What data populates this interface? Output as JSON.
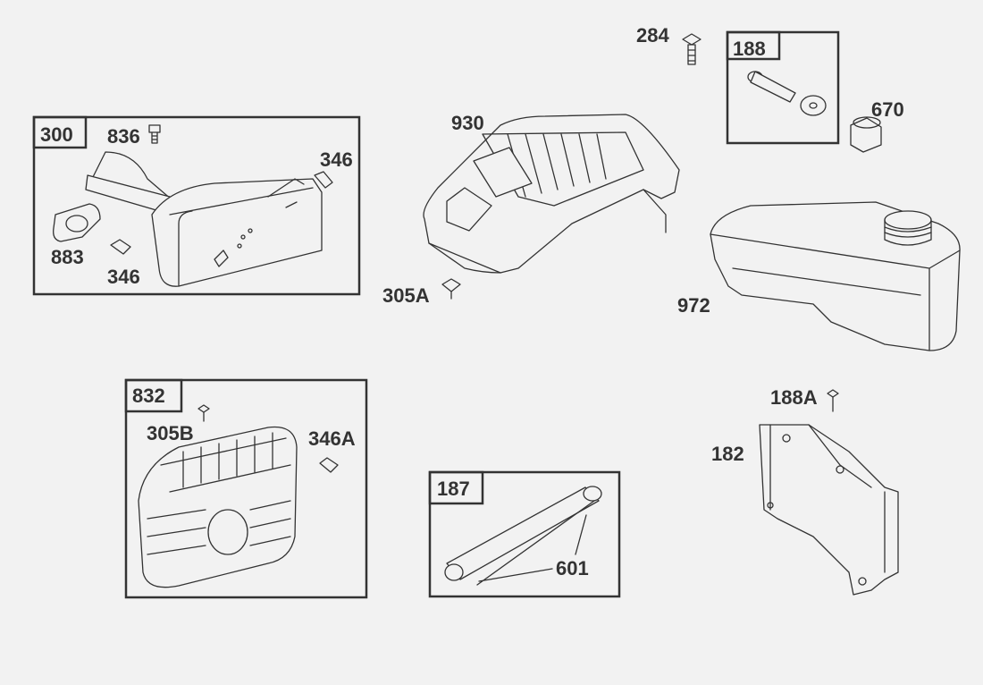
{
  "title": "Engine parts diagram",
  "colors": {
    "background": "#f2f2f2",
    "ink": "#333333"
  },
  "groups": {
    "g300": {
      "label": "300"
    },
    "g188": {
      "label": "188"
    },
    "g832": {
      "label": "832"
    },
    "g187": {
      "label": "187"
    }
  },
  "callouts": {
    "c284": "284",
    "c670": "670",
    "c930": "930",
    "c836": "836",
    "c346a": "346",
    "c883": "883",
    "c346b": "346",
    "c305A": "305A",
    "c972": "972",
    "c188A": "188A",
    "c305B": "305B",
    "c346A": "346A",
    "c182": "182",
    "c601": "601"
  }
}
